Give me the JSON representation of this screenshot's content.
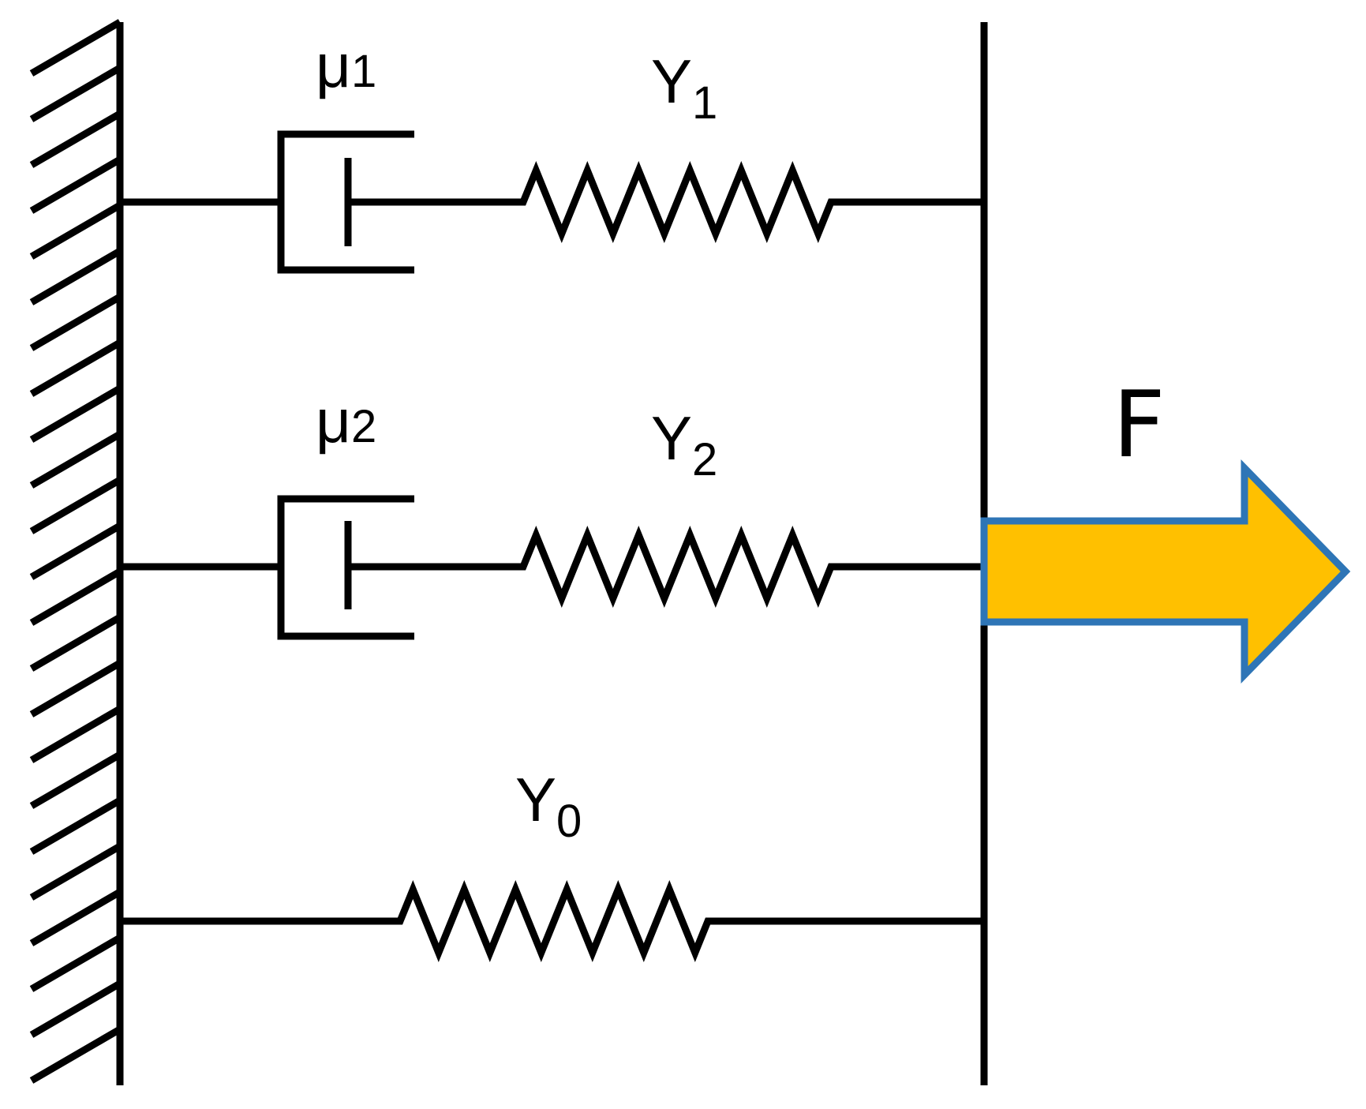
{
  "colors": {
    "line": "#000000",
    "arrow_fill": "#FFC000",
    "arrow_stroke": "#2E75B6",
    "background": "#FFFFFF"
  },
  "labels": {
    "mu1": {
      "base": "μ",
      "sub": "1"
    },
    "y1": {
      "base": "Y",
      "sub": "1"
    },
    "mu2": {
      "base": "μ",
      "sub": "2"
    },
    "y2": {
      "base": "Y",
      "sub": "2"
    },
    "y0": {
      "base": "Y",
      "sub": "0"
    },
    "force": "F"
  },
  "icons": {
    "wall": "hatched-wall-icon",
    "damper": "dashpot-icon",
    "spring": "zigzag-spring-icon",
    "force": "right-arrow-icon"
  }
}
